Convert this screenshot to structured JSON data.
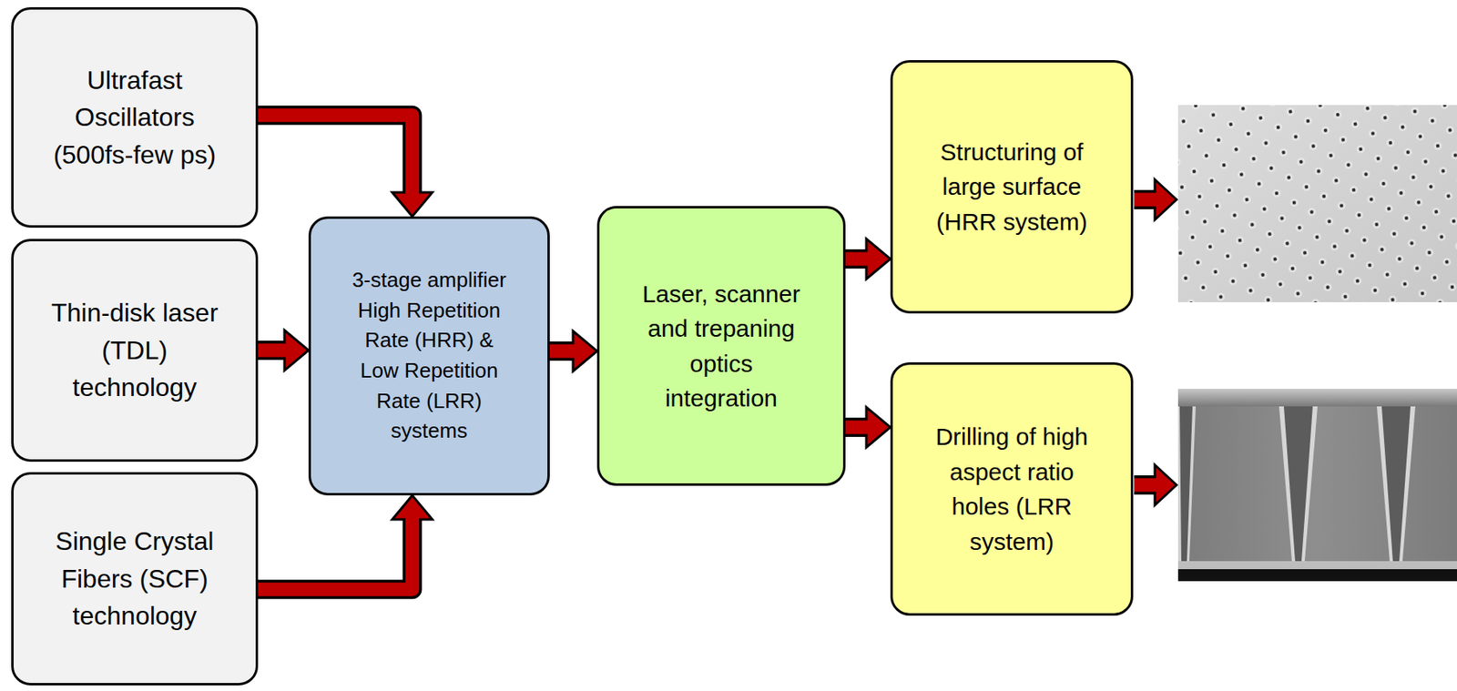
{
  "diagram": {
    "nodes": [
      {
        "text": [
          "Ultrafast Oscillators (500fs-few ps)"
        ]
      },
      {
        "text": [
          "Thin-disk laser (TDL) technology"
        ]
      },
      {
        "text": [
          "Single Crystal Fibers (SCF) technology"
        ]
      },
      {
        "text": [
          "3-stage amplifier High Repetition Rate (HRR) & Low Repetition Rate (LRR) systems"
        ]
      },
      {
        "text": [
          "Laser, scanner and trepaning optics integration"
        ]
      },
      {
        "text": [
          "Structuring of large surface (HRR system)"
        ]
      },
      {
        "text": [
          "Drilling of high aspect ratio holes (LRR system)"
        ]
      }
    ],
    "edges": [
      {
        "from": 0,
        "to": 3,
        "arrow": "to"
      },
      {
        "from": 1,
        "to": 3,
        "arrow": "to"
      },
      {
        "from": 2,
        "to": 3,
        "arrow": "to"
      },
      {
        "from": 3,
        "to": 4,
        "arrow": "to"
      },
      {
        "from": 4,
        "to": 5,
        "arrow": "to"
      },
      {
        "from": 4,
        "to": 6,
        "arrow": "to"
      }
    ]
  }
}
